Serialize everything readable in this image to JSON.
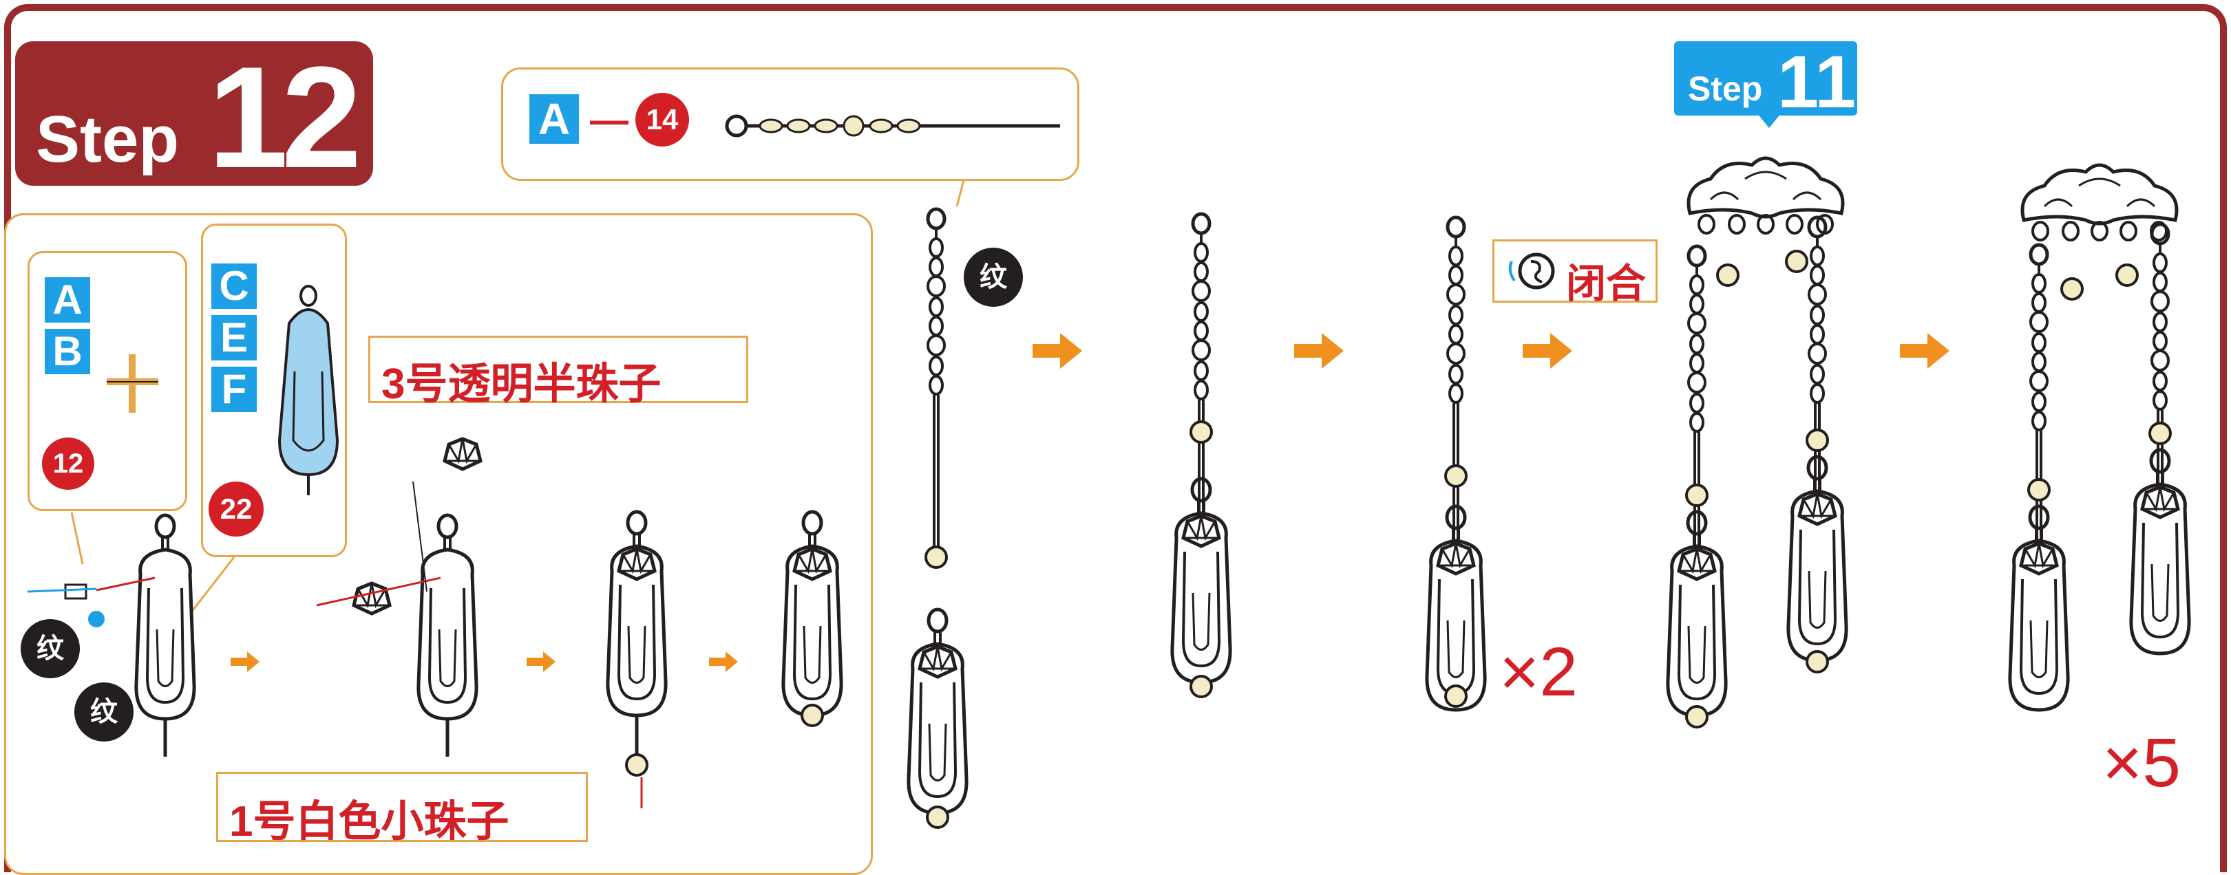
{
  "header": {
    "step_word": "Step",
    "step_number": "12"
  },
  "parts_callout": {
    "code": "A",
    "separator": "—",
    "number": "14"
  },
  "left_callout_ab": {
    "letters": [
      "A",
      "B"
    ],
    "number": "12"
  },
  "left_callout_cef": {
    "letters": [
      "C",
      "E",
      "F"
    ],
    "number": "22"
  },
  "bead_labels": {
    "transparent_half_bead": "3号透明半珠子",
    "white_small_bead": "1号白色小珠子"
  },
  "twist_mark": "纹",
  "close_label": "闭合",
  "step_ref": {
    "word": "Step",
    "number": "11"
  },
  "multipliers": {
    "first": "×2",
    "second": "×5"
  },
  "colors": {
    "brand_red": "#9b2a2c",
    "accent_blue": "#1ea0e6",
    "number_red": "#d32026",
    "callout_border": "#e8a64a",
    "arrow_orange": "#f0901e",
    "bead_cream": "#f3ecc6"
  }
}
